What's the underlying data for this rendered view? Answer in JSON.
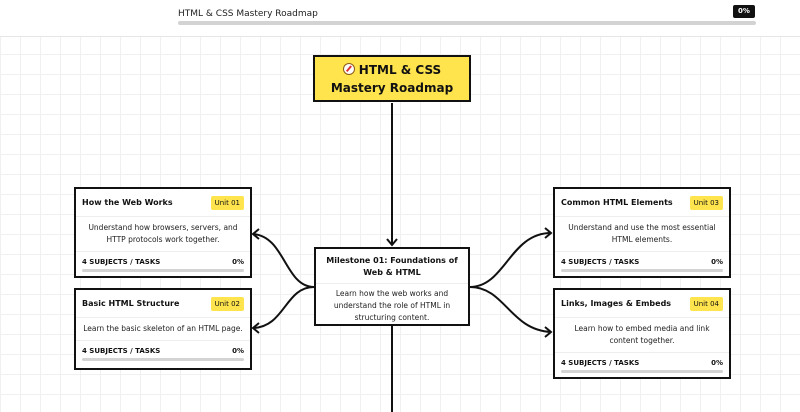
{
  "header": {
    "title": "HTML & CSS Mastery Roadmap",
    "progress_label": "0%",
    "progress": 0
  },
  "root": {
    "icon": "compass-icon",
    "title": "HTML & CSS Mastery Roadmap"
  },
  "milestone": {
    "title": "Milestone 01: Foundations of Web & HTML",
    "description": "Learn how the web works and understand the role of HTML in structuring content."
  },
  "units": [
    {
      "title": "How the Web Works",
      "unit": "Unit 01",
      "description": "Understand how browsers, servers, and HTTP protocols work together.",
      "tasks": "4 SUBJECTS / TASKS",
      "progress_label": "0%",
      "progress": 0
    },
    {
      "title": "Basic HTML Structure",
      "unit": "Unit 02",
      "description": "Learn the basic skeleton of an HTML page.",
      "tasks": "4 SUBJECTS / TASKS",
      "progress_label": "0%",
      "progress": 0
    },
    {
      "title": "Common HTML Elements",
      "unit": "Unit 03",
      "description": "Understand and use the most essential HTML elements.",
      "tasks": "4 SUBJECTS / TASKS",
      "progress_label": "0%",
      "progress": 0
    },
    {
      "title": "Links, Images & Embeds",
      "unit": "Unit 04",
      "description": "Learn how to embed media and link content together.",
      "tasks": "4 SUBJECTS / TASKS",
      "progress_label": "0%",
      "progress": 0
    }
  ],
  "colors": {
    "accent": "#ffe44d",
    "border": "#111111",
    "track": "#d3d3d3"
  }
}
